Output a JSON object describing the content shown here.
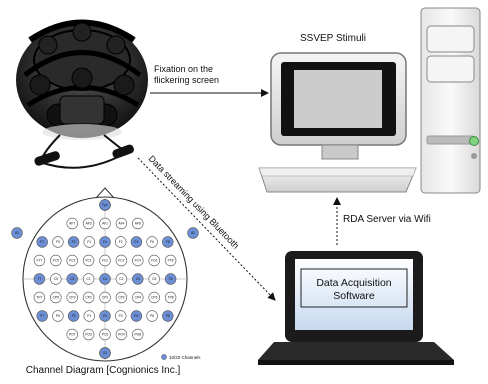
{
  "labels": {
    "ssvep_stimuli": "SSVEP Stimuli",
    "fixation_line1": "Fixation on the",
    "fixation_line2": "flickering screen",
    "data_streaming": "Data streaming using Bluetooth",
    "rda_server": "RDA Server via Wifi",
    "daq_line1": "Data Acquisition",
    "daq_line2": "Software",
    "channel_diagram_caption": "Channel Diagram [Cognionics Inc.]",
    "legend_text": "10/20 Channels"
  },
  "channel_map": {
    "rows": [
      [
        "Fp1",
        "Fpz",
        "Fp2"
      ],
      [
        "AF7",
        "AF3",
        "AFz",
        "AF4",
        "AF8"
      ],
      [
        "F7",
        "F5",
        "F3",
        "F1",
        "Fz",
        "F2",
        "F4",
        "F6",
        "F8"
      ],
      [
        "FT7",
        "FC5",
        "FC3",
        "FC1",
        "FCz",
        "FC2",
        "FC4",
        "FC6",
        "FT8"
      ],
      [
        "T7",
        "C5",
        "C3",
        "C1",
        "Cz",
        "C2",
        "C4",
        "C6",
        "T8"
      ],
      [
        "TP7",
        "CP5",
        "CP3",
        "CP1",
        "CPz",
        "CP2",
        "CP4",
        "CP6",
        "TP8"
      ],
      [
        "P7",
        "P5",
        "P3",
        "P1",
        "Pz",
        "P2",
        "P4",
        "P6",
        "P8"
      ],
      [
        "PO7",
        "PO3",
        "POz",
        "PO4",
        "PO8"
      ],
      [
        "O1",
        "Oz",
        "O2"
      ]
    ],
    "highlighted": [
      "Fp1",
      "Fp2",
      "F7",
      "F3",
      "Fz",
      "F4",
      "F8",
      "T7",
      "C3",
      "Cz",
      "C4",
      "T8",
      "P7",
      "P3",
      "Pz",
      "P4",
      "P8",
      "O1",
      "O2",
      "A1",
      "A2"
    ],
    "ear_left": "A1",
    "ear_right": "A2",
    "colors": {
      "highlight": "#6d8fd6",
      "normal": "#ffffff",
      "outline": "#555555"
    }
  },
  "colors": {
    "screen_stimulus": "#cccccc",
    "text": "#111111"
  }
}
